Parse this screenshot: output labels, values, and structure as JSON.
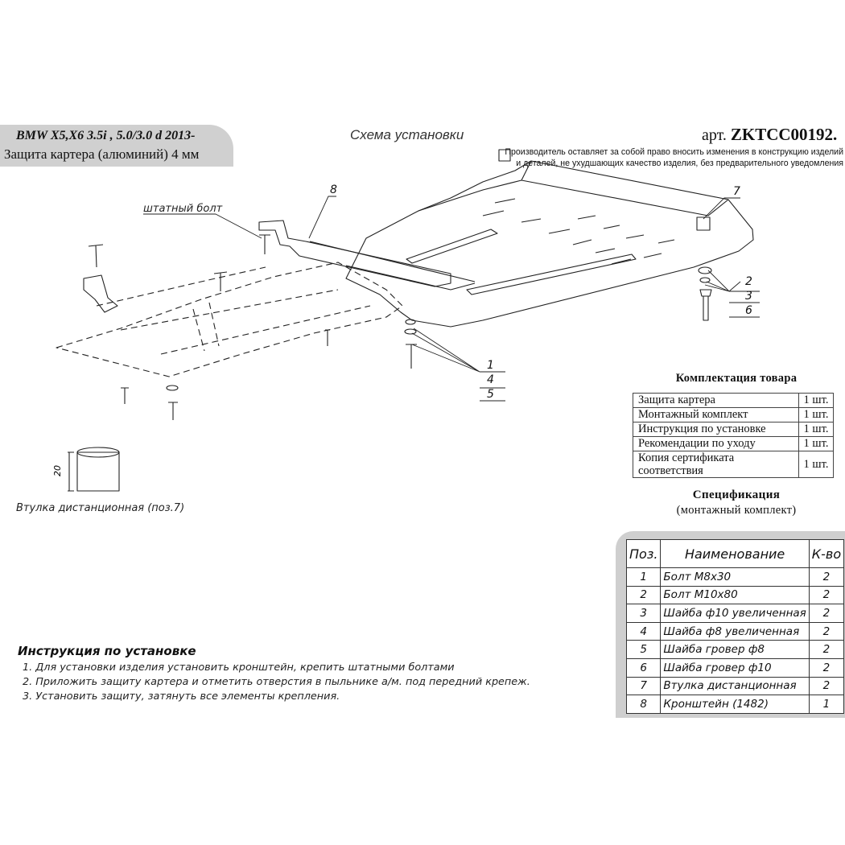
{
  "header": {
    "vehicle": "BMW X5,X6 3.5i , 5.0/3.0 d 2013-",
    "product": "Защита картера (алюминий) 4 мм",
    "scheme_title": "Схема установки",
    "article_prefix": "арт.",
    "article_number": "ZKTCC00192.",
    "disclaimer_line1": "Производитель оставляет за собой право вносить изменения в конструкцию изделий",
    "disclaimer_line2": "и деталей, не ухудшающих качество изделия, без предварительного уведомления"
  },
  "drawing": {
    "standard_bolt_label": "штатный болт",
    "bushing_label": "Втулка дистанционная (поз.7)",
    "bushing_dimension": "20",
    "callouts": {
      "c8": "8",
      "c7": "7",
      "c2": "2",
      "c3": "3",
      "c6": "6",
      "c1": "1",
      "c4": "4",
      "c5": "5"
    }
  },
  "kit": {
    "title": "Комплектация товара",
    "rows": [
      {
        "name": "Защита картера",
        "qty": "1 шт."
      },
      {
        "name": "Монтажный комплект",
        "qty": "1 шт."
      },
      {
        "name": "Инструкция по установке",
        "qty": "1 шт."
      },
      {
        "name": "Рекомендации по уходу",
        "qty": "1 шт."
      },
      {
        "name": "Копия сертификата соответствия",
        "qty": "1 шт."
      }
    ]
  },
  "spec": {
    "title": "Спецификация",
    "subtitle": "(монтажный комплект)",
    "headers": {
      "pos": "Поз.",
      "name": "Наименование",
      "qty": "К-во"
    },
    "rows": [
      {
        "pos": "1",
        "name": "Болт М8х30",
        "qty": "2"
      },
      {
        "pos": "2",
        "name": "Болт М10х80",
        "qty": "2"
      },
      {
        "pos": "3",
        "name": "Шайба ф10 увеличенная",
        "qty": "2"
      },
      {
        "pos": "4",
        "name": "Шайба ф8 увеличенная",
        "qty": "2"
      },
      {
        "pos": "5",
        "name": "Шайба гровер ф8",
        "qty": "2"
      },
      {
        "pos": "6",
        "name": "Шайба гровер ф10",
        "qty": "2"
      },
      {
        "pos": "7",
        "name": "Втулка дистанционная",
        "qty": "2"
      },
      {
        "pos": "8",
        "name": "Кронштейн (1482)",
        "qty": "1"
      }
    ]
  },
  "instructions": {
    "title": "Инструкция по установке",
    "steps": [
      "1. Для установки изделия установить кронштейн, крепить штатными болтами",
      "2. Приложить защиту картера и отметить отверстия в пыльнике а/м. под передний крепеж.",
      "3. Установить защиту, затянуть все элементы крепления."
    ]
  }
}
